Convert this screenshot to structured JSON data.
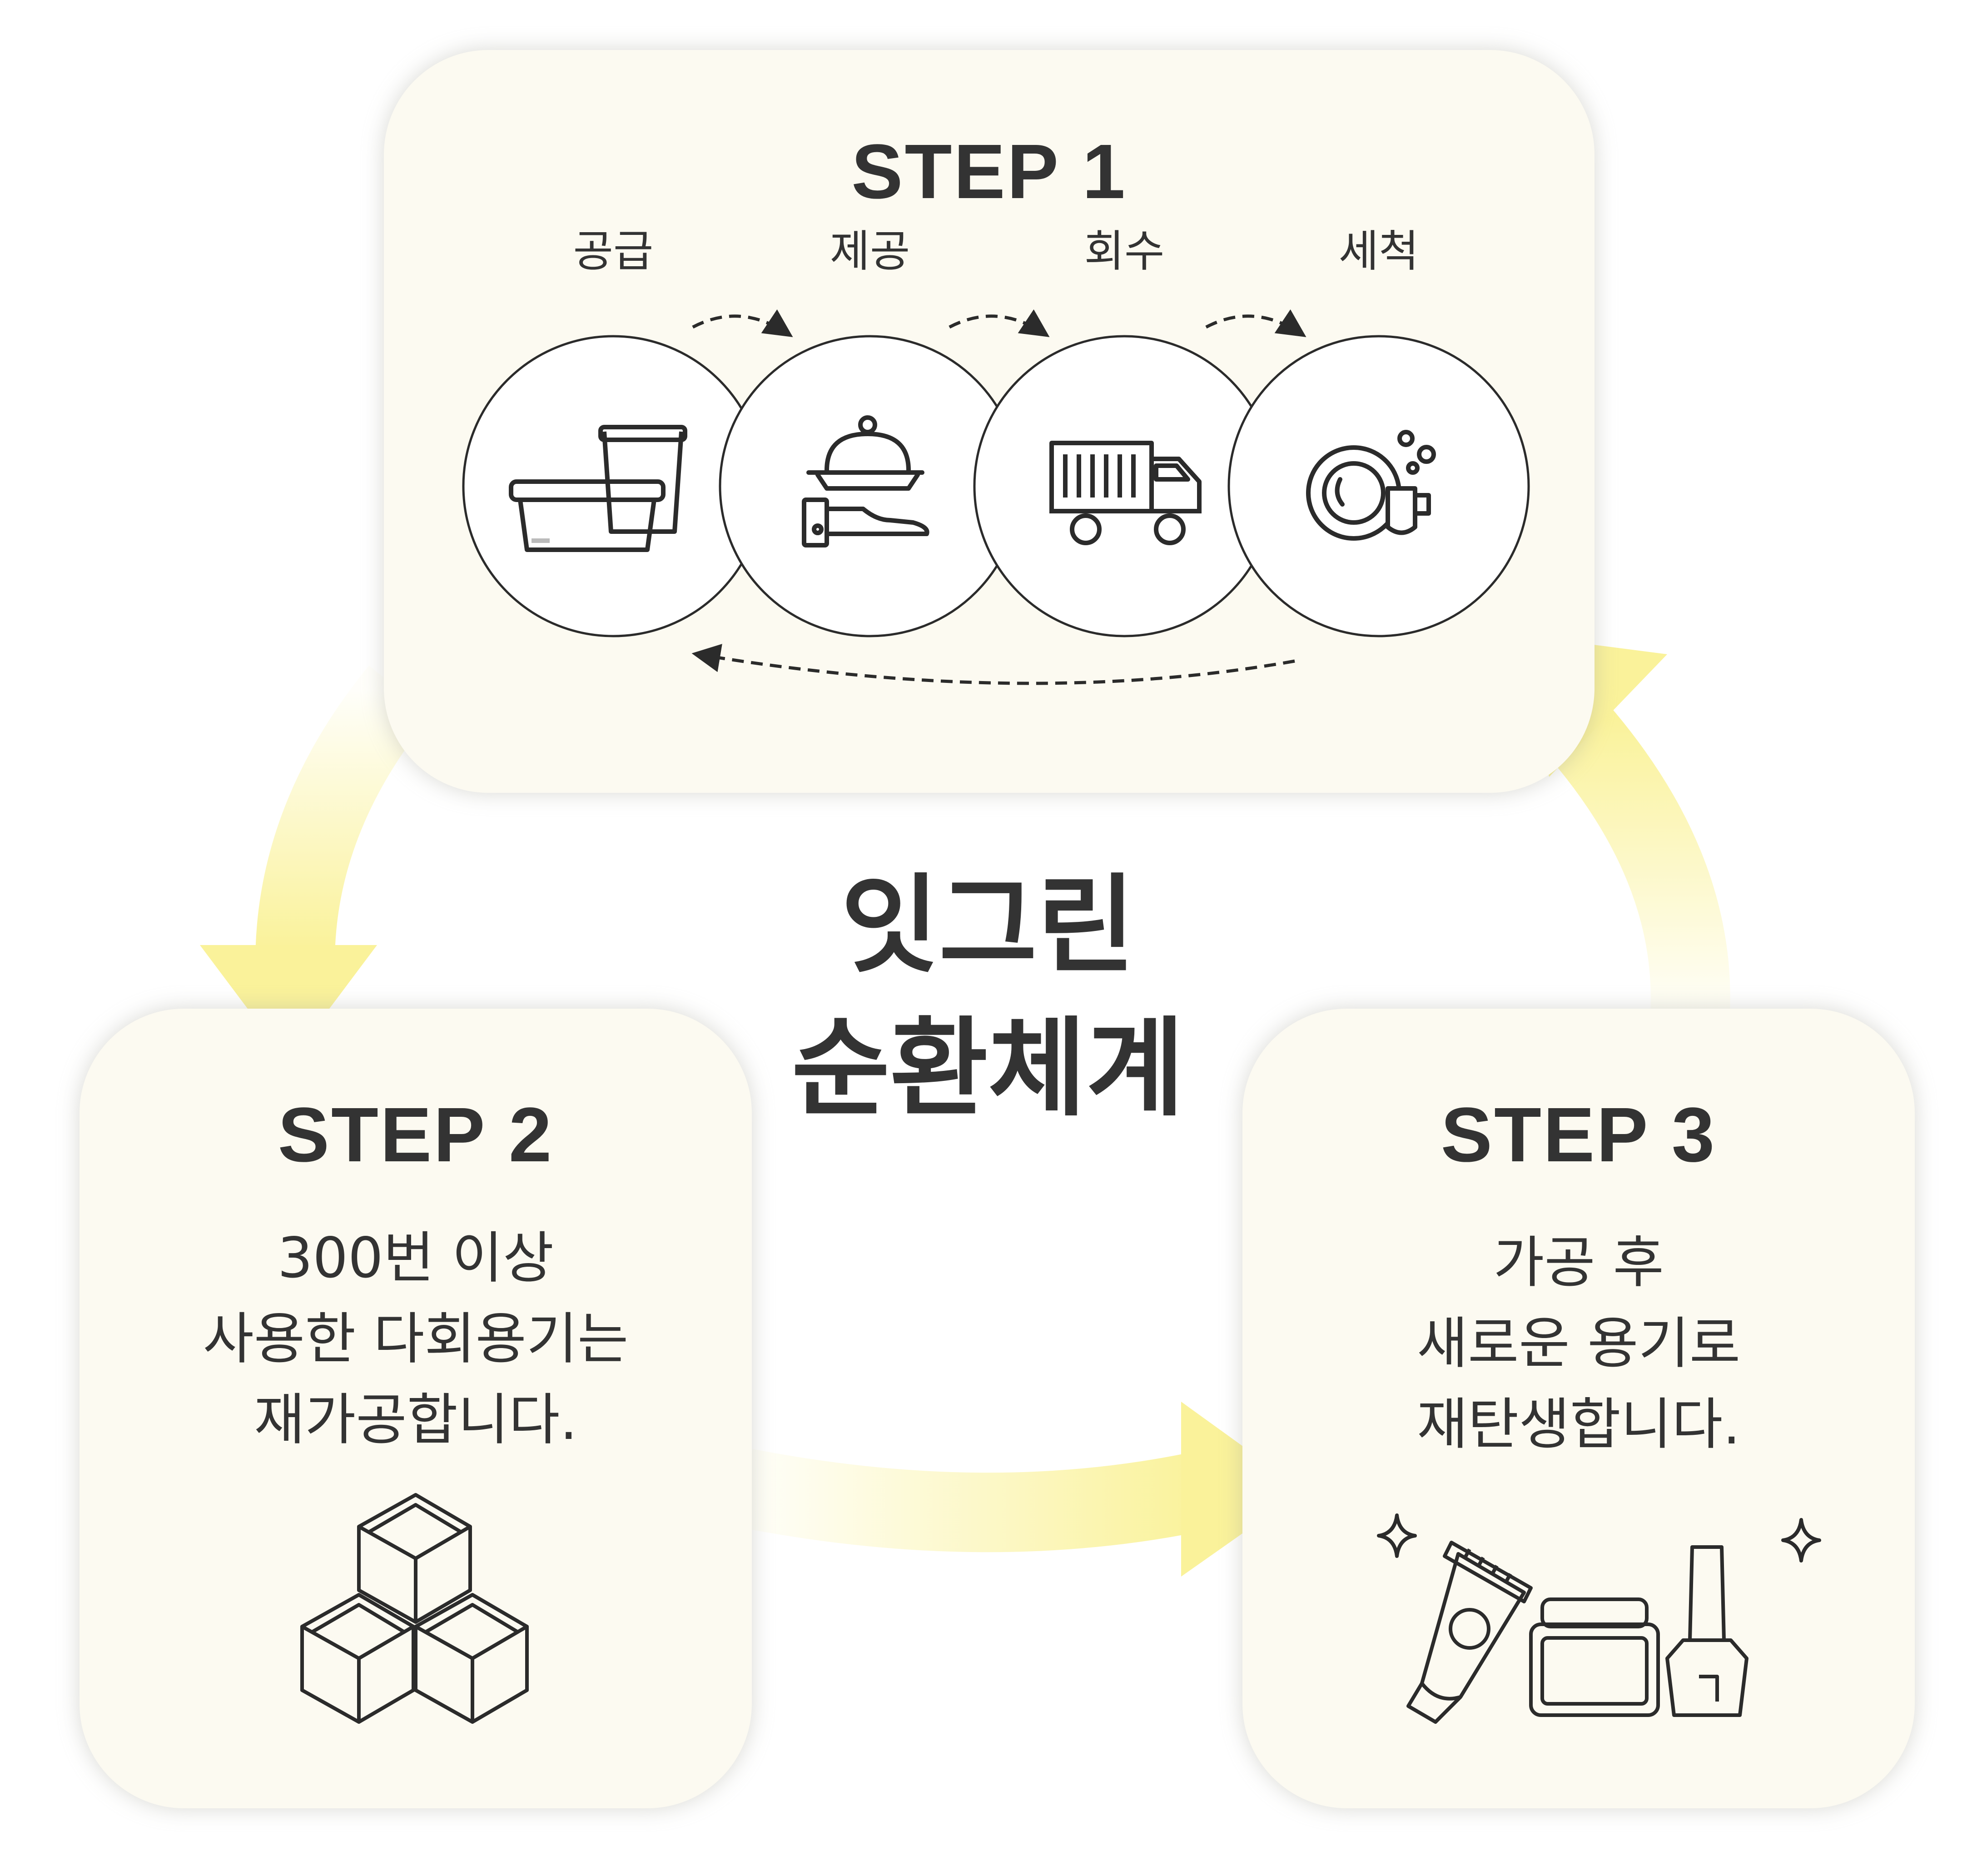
{
  "title": {
    "line1": "잇그린",
    "line2": "순환체계"
  },
  "step1": {
    "title": "STEP 1",
    "stages": [
      {
        "label": "공급",
        "icon": "containers-icon"
      },
      {
        "label": "제공",
        "icon": "serving-cloche-icon"
      },
      {
        "label": "회수",
        "icon": "truck-icon"
      },
      {
        "label": "세척",
        "icon": "dish-washing-icon"
      }
    ]
  },
  "step2": {
    "title": "STEP 2",
    "lines": [
      "300번 이상",
      "사용한 다회용기는",
      "재가공합니다."
    ],
    "icon": "cubes-icon"
  },
  "step3": {
    "title": "STEP 3",
    "lines": [
      "가공 후",
      "새로운 용기로",
      "재탄생합니다."
    ],
    "icons": [
      "sparkle-icon",
      "tube-icon",
      "cream-jar-icon",
      "nail-polish-icon"
    ]
  },
  "colors": {
    "card_bg": "#fcfaf1",
    "arrow_yellow": "#faf29a",
    "text": "#333333",
    "line": "#2b2b2b"
  }
}
